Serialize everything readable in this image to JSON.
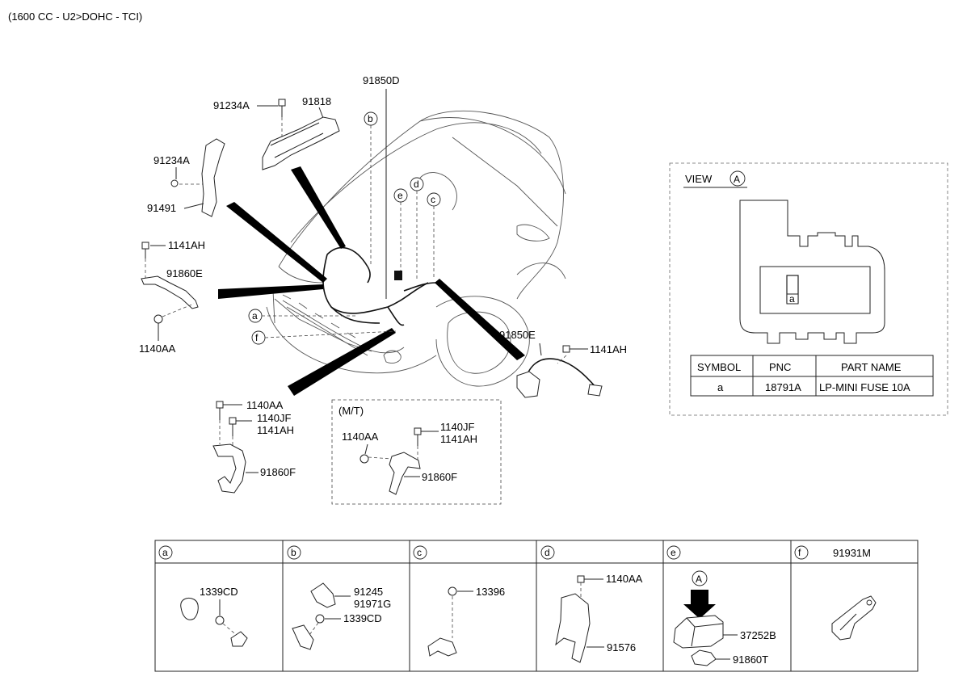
{
  "header": {
    "title": "(1600 CC - U2>DOHC - TCI)"
  },
  "main_labels": {
    "p91850D": "91850D",
    "p91234A_top": "91234A",
    "p91818": "91818",
    "p91234A_left": "91234A",
    "p91491": "91491",
    "p1141AH_left": "1141AH",
    "p91860E": "91860E",
    "p1140AA_left": "1140AA",
    "p91850E": "91850E",
    "p1141AH_right": "1141AH",
    "p1140AA_bottom": "1140AA",
    "p1140JF_bottom": "1140JF",
    "p1141AH_bottom": "1141AH",
    "p91860F_bottom": "91860F"
  },
  "callouts": [
    "a",
    "b",
    "c",
    "d",
    "e",
    "f"
  ],
  "mt_box": {
    "title": "(M/T)",
    "p1140AA": "1140AA",
    "p1140JF": "1140JF",
    "p1141AH": "1141AH",
    "p91860F": "91860F"
  },
  "view_a": {
    "title": "VIEW",
    "marker": "A",
    "fuse_marker": "a",
    "table": {
      "headers": [
        "SYMBOL",
        "PNC",
        "PART NAME"
      ],
      "rows": [
        [
          "a",
          "18791A",
          "LP-MINI FUSE 10A"
        ]
      ]
    }
  },
  "detail_table": {
    "columns": [
      {
        "symbol": "a",
        "title": "",
        "parts": [
          "1339CD"
        ]
      },
      {
        "symbol": "b",
        "title": "",
        "parts": [
          "91245",
          "91971G",
          "1339CD"
        ]
      },
      {
        "symbol": "c",
        "title": "",
        "parts": [
          "13396"
        ]
      },
      {
        "symbol": "d",
        "title": "",
        "parts": [
          "1140AA",
          "91576"
        ]
      },
      {
        "symbol": "e",
        "title": "",
        "marker": "A",
        "parts": [
          "37252B",
          "91860T"
        ]
      },
      {
        "symbol": "f",
        "title": "91931M",
        "parts": []
      }
    ]
  }
}
